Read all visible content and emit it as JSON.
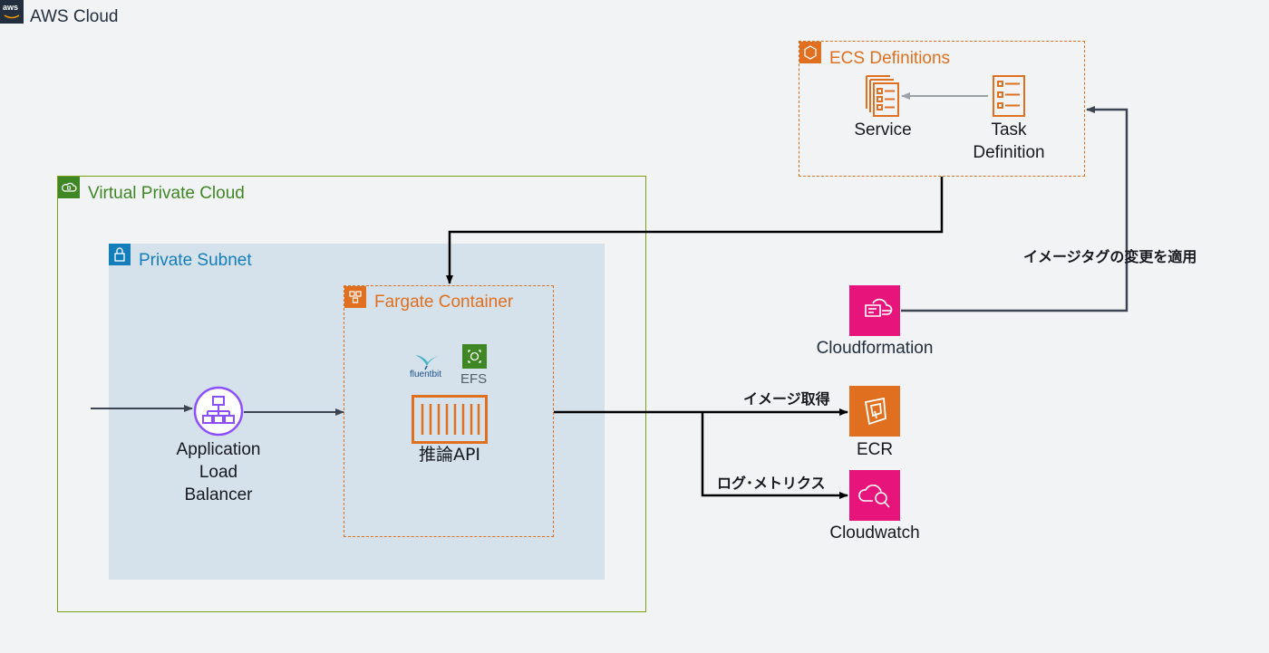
{
  "aws_cloud": {
    "title": "AWS Cloud",
    "logo_text": "aws"
  },
  "vpc": {
    "title": "Virtual Private Cloud",
    "color": "#3f8624"
  },
  "subnet": {
    "title": "Private Subnet",
    "color": "#147eba"
  },
  "fargate": {
    "title": "Fargate Container",
    "color": "#e07020",
    "fluentbit_label": "fluentbit",
    "efs_label": "EFS",
    "api_label": "推論API"
  },
  "alb": {
    "label_lines": [
      "Application",
      "Load",
      "Balancer"
    ]
  },
  "ecs": {
    "title": "ECS Definitions",
    "service_label": "Service",
    "task_label_lines": [
      "Task",
      "Definition"
    ]
  },
  "cloudformation": {
    "label": "Cloudformation",
    "color": "#e7157b"
  },
  "ecr": {
    "label": "ECR",
    "color": "#e07020"
  },
  "cloudwatch": {
    "label": "Cloudwatch",
    "color": "#e7157b"
  },
  "edges": {
    "apply_image_tag": "イメージタグの変更を適用",
    "get_image": "イメージ取得",
    "logs_metrics": "ログ･メトリクス"
  }
}
